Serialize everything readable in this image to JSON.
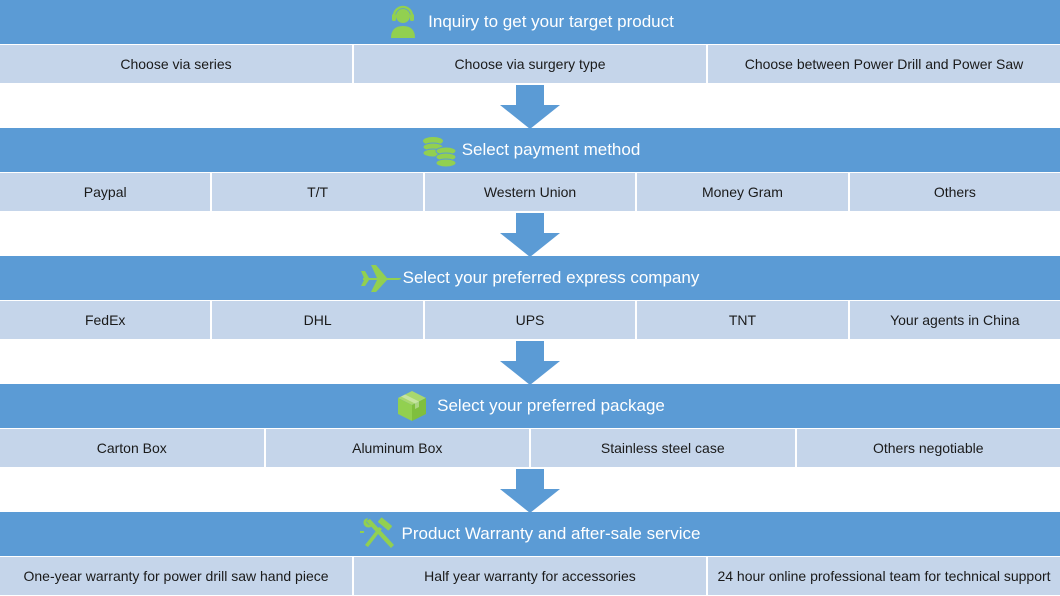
{
  "colors": {
    "header": "#5b9bd5",
    "row": "#c5d5ea",
    "arrow": "#5b9bd5",
    "icon": "#92d050"
  },
  "steps": [
    {
      "title": "Inquiry to get your target product",
      "icon": "customer-service-icon",
      "options": [
        "Choose via series",
        "Choose via surgery type",
        "Choose  between Power Drill and Power Saw"
      ]
    },
    {
      "title": "Select payment method",
      "icon": "coins-icon",
      "options": [
        "Paypal",
        "T/T",
        "Western Union",
        "Money Gram",
        "Others"
      ]
    },
    {
      "title": "Select your preferred express company",
      "icon": "airplane-icon",
      "options": [
        "FedEx",
        "DHL",
        "UPS",
        "TNT",
        "Your agents in China"
      ]
    },
    {
      "title": "Select your preferred package",
      "icon": "package-box-icon",
      "options": [
        "Carton Box",
        "Aluminum Box",
        "Stainless steel case",
        "Others negotiable"
      ]
    },
    {
      "title": "Product Warranty and after-sale service",
      "icon": "tools-icon",
      "options": [
        "One-year warranty for power drill saw hand piece",
        "Half year warranty for accessories",
        "24 hour online professional team for technical support"
      ]
    }
  ]
}
